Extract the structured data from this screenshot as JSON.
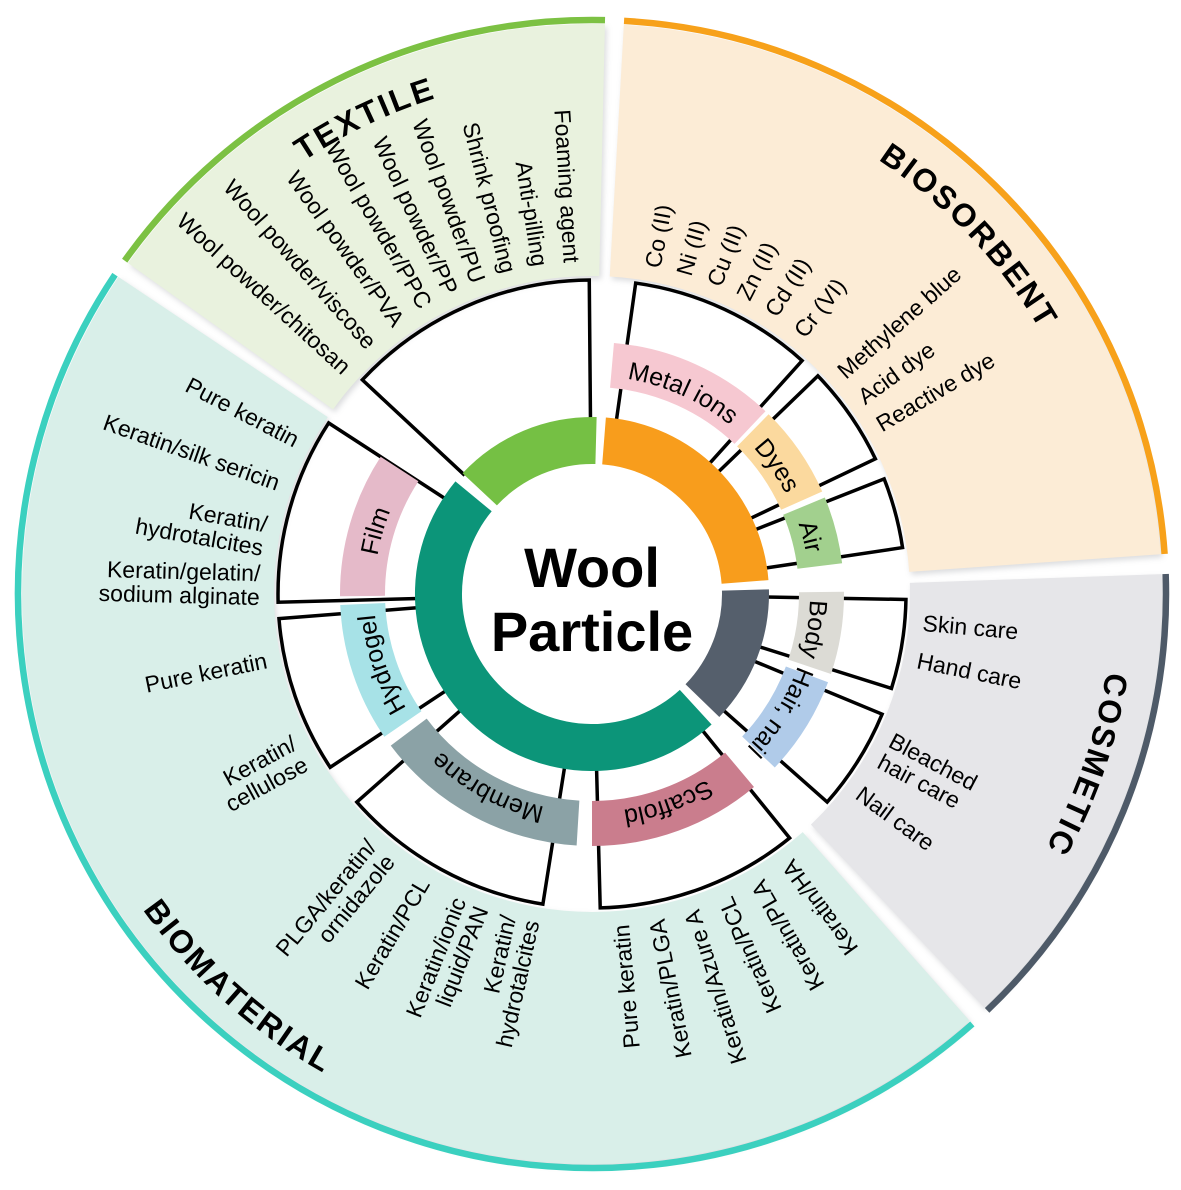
{
  "diagram": {
    "center": {
      "line1": "Wool",
      "line2": "Particle"
    },
    "inner_arcs": [
      {
        "name": "textile-arc",
        "color": "#75c044",
        "start": 313,
        "end": 361.5
      },
      {
        "name": "biosorbent-arc",
        "color": "#f89d1c",
        "start": 4.5,
        "end": 85.5
      },
      {
        "name": "cosmetic-arc",
        "color": "#555f6c",
        "start": 88.5,
        "end": 134
      },
      {
        "name": "biomaterial-arc",
        "color": "#0c9579",
        "start": 137.5,
        "end": 309.5
      }
    ],
    "categories": [
      {
        "label": "TEXTILE",
        "fill": "#e9f2de",
        "border": "#7cc143",
        "start": 305.5,
        "end": 361.3,
        "title_angle": 334.5,
        "title_flip": false,
        "groups": [
          {
            "band": null,
            "wedge": [
              313,
              359.5
            ],
            "leaves": [
              {
                "label": "Foaming agent",
                "lines": [
                  "Foaming agent"
                ],
                "angle": 356.5
              },
              {
                "label": "Anti-pilling",
                "lines": [
                  "Anti-pilling"
                ],
                "angle": 351
              },
              {
                "label": "Shrink proofing",
                "lines": [
                  "Shrink proofing"
                ],
                "angle": 345.5
              },
              {
                "label": "Wool powder/PU",
                "lines": [
                  "Wool powder/PU"
                ],
                "angle": 340
              },
              {
                "label": "Wool powder/PP",
                "lines": [
                  "Wool powder/PP"
                ],
                "angle": 335
              },
              {
                "label": "Wool powder/PPC",
                "lines": [
                  "Wool powder/PPC"
                ],
                "angle": 330
              },
              {
                "label": "Wool powder/PVA",
                "lines": [
                  "Wool powder/PVA"
                ],
                "angle": 324.5
              },
              {
                "label": "Wool powder/viscose",
                "lines": [
                  "Wool powder/viscose"
                ],
                "angle": 318.5
              },
              {
                "label": "Wool powder/chitosan",
                "lines": [
                  "Wool powder/chitosan"
                ],
                "angle": 312.5
              }
            ]
          }
        ]
      },
      {
        "label": "BIOSORBENT",
        "fill": "#fcecd6",
        "border": "#f7a11a",
        "start": 3.2,
        "end": 86,
        "title_angle": 46.5,
        "title_flip": false,
        "groups": [
          {
            "band": {
              "label": "Metal ions",
              "color": "#f6c8d1",
              "start": 5,
              "end": 43.5
            },
            "wedge": [
              8,
              42
            ],
            "leaves": [
              {
                "label": "Co (II)",
                "lines": [
                  "Co (II)"
                ],
                "angle": 10.5
              },
              {
                "label": "Ni (II)",
                "lines": [
                  "Ni (II)"
                ],
                "angle": 16
              },
              {
                "label": "Cu (II)",
                "lines": [
                  "Cu (II)"
                ],
                "angle": 21.5
              },
              {
                "label": "Zn (II)",
                "lines": [
                  "Zn (II)"
                ],
                "angle": 27
              },
              {
                "label": "Cd (II)",
                "lines": [
                  "Cd (II)"
                ],
                "angle": 32.5
              },
              {
                "label": "Cr (VI)",
                "lines": [
                  "Cr (VI)"
                ],
                "angle": 38.5
              }
            ]
          },
          {
            "band": {
              "label": "Dyes",
              "color": "#fbd99e",
              "start": 44.5,
              "end": 66
            },
            "wedge": [
              46,
              64.5
            ],
            "leaves": [
              {
                "label": "Methylene blue",
                "lines": [
                  "Methylene blue"
                ],
                "angle": 48.5
              },
              {
                "label": "Acid dye",
                "lines": [
                  "Acid dye"
                ],
                "angle": 54
              },
              {
                "label": "Reactive dye",
                "lines": [
                  "Reactive dye"
                ],
                "angle": 59.5
              }
            ]
          },
          {
            "band": {
              "label": "Air",
              "color": "#a2d08e",
              "start": 67.5,
              "end": 83
            },
            "wedge": [
              68.5,
              81.5
            ],
            "leaves": []
          }
        ]
      },
      {
        "label": "COSMETIC",
        "fill": "#e6e6e9",
        "border": "#4e5a68",
        "start": 88,
        "end": 136.5,
        "title_angle": 109,
        "title_flip": false,
        "groups": [
          {
            "band": {
              "label": "Body",
              "color": "#dcdbd5",
              "start": 89.5,
              "end": 108.5
            },
            "wedge": [
              91,
              107.5
            ],
            "leaves": [
              {
                "label": "Skin care",
                "lines": [
                  "Skin care"
                ],
                "angle": 95
              },
              {
                "label": "Hand care",
                "lines": [
                  "Hand care"
                ],
                "angle": 101.5
              }
            ]
          },
          {
            "band": {
              "label": "Hair, nail",
              "color": "#b0cbe9",
              "start": 110.5,
              "end": 133.5
            },
            "wedge": [
              112.5,
              131.5
            ],
            "leaves": [
              {
                "label": "Bleached hair care",
                "lines": [
                  "Bleached",
                  "hair care"
                ],
                "angle": 118
              },
              {
                "label": "Nail care",
                "lines": [
                  "Nail care"
                ],
                "angle": 126.5
              }
            ]
          }
        ]
      },
      {
        "label": "BIOMATERIAL",
        "fill": "#d9efe9",
        "border": "#3bd0bf",
        "start": 138.5,
        "end": 303.8,
        "title_angle": 222,
        "title_flip": true,
        "groups": [
          {
            "band": {
              "label": "Scaffold",
              "color": "#ca7d8d",
              "start": 140,
              "end": 180
            },
            "wedge": [
              141,
              178.5
            ],
            "leaves": [
              {
                "label": "Pure keratin",
                "lines": [
                  "Pure keratin"
                ],
                "angle": 175
              },
              {
                "label": "Keratin/PLGA",
                "lines": [
                  "Keratin/PLGA"
                ],
                "angle": 168.8
              },
              {
                "label": "Keratin/Azure A",
                "lines": [
                  "Keratin/Azure A"
                ],
                "angle": 162.6
              },
              {
                "label": "Keratin/PCL",
                "lines": [
                  "Keratin/PCL"
                ],
                "angle": 156.4
              },
              {
                "label": "Keratin/PLA",
                "lines": [
                  "Keratin/PLA"
                ],
                "angle": 150.2
              },
              {
                "label": "Keratin/HA",
                "lines": [
                  "Keratin/HA"
                ],
                "angle": 144
              }
            ]
          },
          {
            "band": {
              "label": "Membrane",
              "color": "#8ba2a6",
              "start": 183.5,
              "end": 233
            },
            "wedge": [
              189,
              228.5
            ],
            "leaves": [
              {
                "label": "PLGA/keratin/ornidazole",
                "lines": [
                  "PLGA/keratin/",
                  "ornidazole"
                ],
                "angle": 219.5
              },
              {
                "label": "Keratin/PCL",
                "lines": [
                  "Keratin/PCL"
                ],
                "angle": 210.5
              },
              {
                "label": "Keratin/ionic liquid/PAN",
                "lines": [
                  "Keratin/ionic",
                  "liquid/PAN"
                ],
                "angle": 201.5
              },
              {
                "label": "Keratin/hydrotalcites",
                "lines": [
                  "Keratin/",
                  "hydrotalcites"
                ],
                "angle": 192.5
              }
            ]
          },
          {
            "band": {
              "label": "Hydrogel",
              "color": "#a7e2e7",
              "start": 235.5,
              "end": 267.5
            },
            "wedge": [
              236.5,
              265.5
            ],
            "leaves": [
              {
                "label": "Pure keratin",
                "lines": [
                  "Pure keratin"
                ],
                "angle": 258.5
              },
              {
                "label": "Keratin/cellulose",
                "lines": [
                  "Keratin/",
                  "cellulose"
                ],
                "angle": 241.5
              }
            ]
          },
          {
            "band": {
              "label": "Film",
              "color": "#e5bac9",
              "start": 269.5,
              "end": 303
            },
            "wedge": [
              268.5,
              303
            ],
            "leaves": [
              {
                "label": "Pure keratin",
                "lines": [
                  "Pure keratin"
                ],
                "angle": 297.5
              },
              {
                "label": "Keratin/silk sericin",
                "lines": [
                  "Keratin/silk sericin"
                ],
                "angle": 289.5
              },
              {
                "label": "Keratin/hydrotalcites",
                "lines": [
                  "Keratin/",
                  "hydrotalcites"
                ],
                "angle": 280
              },
              {
                "label": "Keratin/gelatin/sodium alginate",
                "lines": [
                  "Keratin/gelatin/",
                  "sodium alginate"
                ],
                "angle": 271.5
              }
            ]
          }
        ]
      }
    ]
  }
}
